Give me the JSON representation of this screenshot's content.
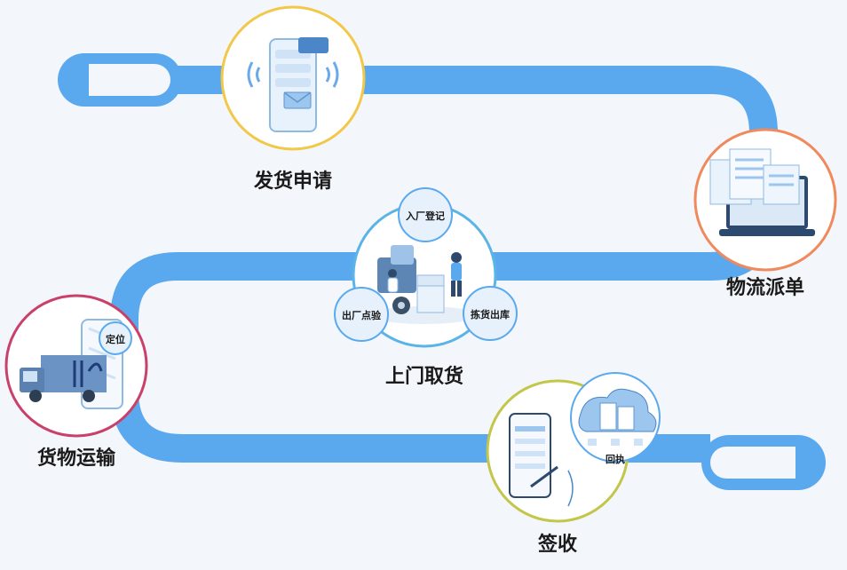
{
  "steps": [
    {
      "label": "发货申请"
    },
    {
      "label": "物流派单"
    },
    {
      "label": "上门取货",
      "subs": [
        "入厂登记",
        "出厂点验",
        "拣货出库"
      ]
    },
    {
      "label": "货物运输",
      "badge": "定位"
    },
    {
      "label": "签收",
      "badge": "回执"
    }
  ],
  "colors": {
    "path": "#5aa9ef",
    "ring_apply": "#f1c84a",
    "ring_dispatch": "#f08a5d",
    "ring_pickup": "#5ab4e6",
    "ring_transport": "#c9416b",
    "ring_sign": "#c2c74a"
  }
}
